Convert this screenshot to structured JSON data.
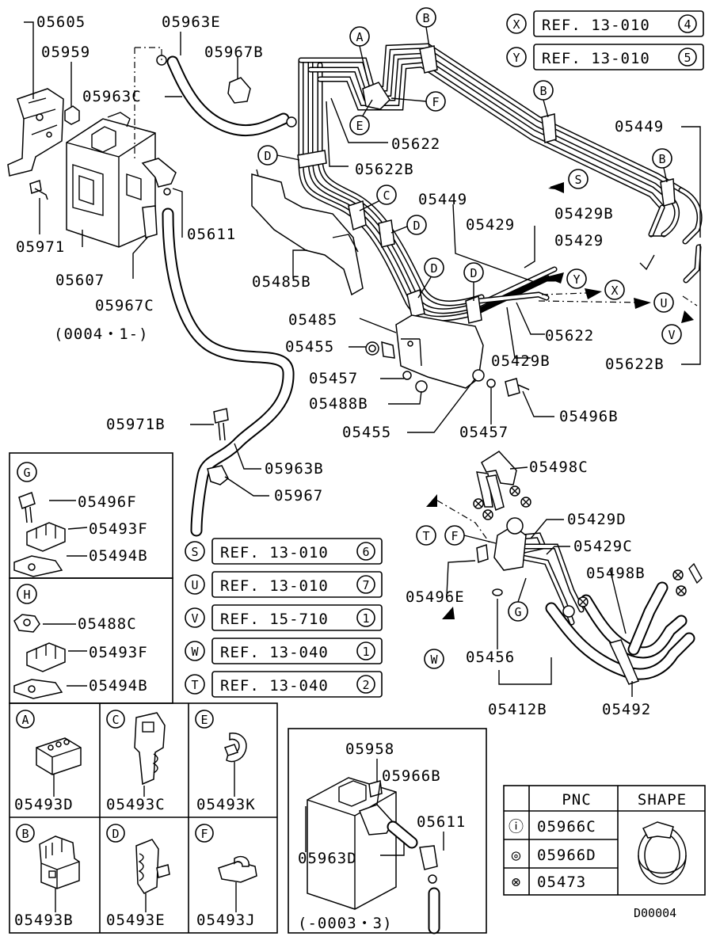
{
  "drawing_id": "D00004",
  "part_labels": {
    "p05605": "05605",
    "p05959": "05959",
    "p05963E": "05963E",
    "p05967B": "05967B",
    "p05963C": "05963C",
    "p05971": "05971",
    "p05607": "05607",
    "p05967C": "05967C",
    "p05611": "05611",
    "p05485B": "05485B",
    "p05622": "05622",
    "p05622B": "05622B",
    "p05449a": "05449",
    "p05449b": "05449",
    "p05429a": "05429",
    "p05429Ba": "05429B",
    "p05429b": "05429",
    "p05622c": "05622",
    "p05429Bb": "05429B",
    "p05622Bb": "05622B",
    "p05485": "05485",
    "p05455a": "05455",
    "p05457a": "05457",
    "p05488B": "05488B",
    "p05455b": "05455",
    "p05457b": "05457",
    "p05496B": "05496B",
    "p05971B": "05971B",
    "p05963B": "05963B",
    "p05967": "05967",
    "p05498C": "05498C",
    "p05429D": "05429D",
    "p05429C": "05429C",
    "p05498B": "05498B",
    "p05496E": "05496E",
    "p05456": "05456",
    "p05412B": "05412B",
    "p05492": "05492"
  },
  "date_note_top": "(0004・1-)",
  "date_note_bottom": "(-0003・3)",
  "ref_callouts": [
    {
      "letter": "X",
      "text": "REF. 13-010",
      "num": "4"
    },
    {
      "letter": "Y",
      "text": "REF. 13-010",
      "num": "5"
    }
  ],
  "ref_list": [
    {
      "letter": "S",
      "text": "REF. 13-010",
      "num": "6"
    },
    {
      "letter": "U",
      "text": "REF. 13-010",
      "num": "7"
    },
    {
      "letter": "V",
      "text": "REF. 15-710",
      "num": "1"
    },
    {
      "letter": "W",
      "text": "REF. 13-040",
      "num": "1"
    },
    {
      "letter": "T",
      "text": "REF. 13-040",
      "num": "2"
    }
  ],
  "clip_callouts": {
    "A": "A",
    "B": "B",
    "C": "C",
    "D": "D",
    "E": "E",
    "F": "F",
    "G": "G",
    "S": "S",
    "T": "T",
    "U": "U",
    "V": "V",
    "W": "W",
    "X": "X",
    "Y": "Y"
  },
  "detail_G": {
    "letter": "G",
    "items": [
      "05496F",
      "05493F",
      "05494B"
    ]
  },
  "detail_H": {
    "letter": "H",
    "items": [
      "05488C",
      "05493F",
      "05494B"
    ]
  },
  "clip_grid": [
    {
      "letter": "A",
      "part": "05493D"
    },
    {
      "letter": "C",
      "part": "05493C"
    },
    {
      "letter": "E",
      "part": "05493K"
    },
    {
      "letter": "B",
      "part": "05493B"
    },
    {
      "letter": "D",
      "part": "05493E"
    },
    {
      "letter": "F",
      "part": "05493J"
    }
  ],
  "inset": {
    "items": [
      "05958",
      "05966B",
      "05611",
      "05963D"
    ]
  },
  "pnc_table": {
    "header_pnc": "PNC",
    "header_shape": "SHAPE",
    "rows": [
      {
        "symbol": "ⓘ",
        "pnc": "05966C"
      },
      {
        "symbol": "◎",
        "pnc": "05966D"
      },
      {
        "symbol": "⊗",
        "pnc": "05473"
      }
    ]
  }
}
